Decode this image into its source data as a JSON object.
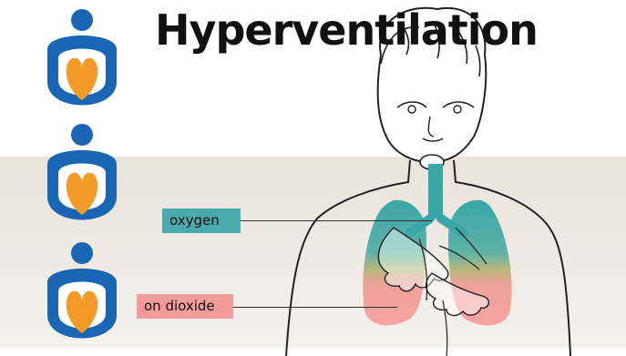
{
  "title": "Hyperventilation",
  "labels": {
    "oxygen": "oxygen",
    "carbon_dioxide": "on dioxide"
  },
  "logo": {
    "count": 3,
    "icon": "heart-figure-icon",
    "colors": {
      "figure": "#1a66b5",
      "heart": "#f39a28"
    }
  },
  "colors": {
    "oxygen": "#4aa9ad",
    "carbon_dioxide": "#f29b9a",
    "background_band": "#ece6dd"
  }
}
